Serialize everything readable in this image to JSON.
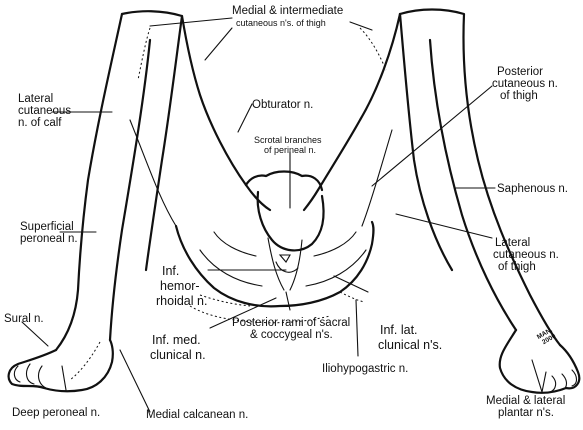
{
  "labels": {
    "medial_intermediate_l1": "Medial & intermediate",
    "medial_intermediate_l2": "cutaneous n's. of thigh",
    "lateral_cut_calf_l1": "Lateral",
    "lateral_cut_calf_l2": "cutaneous",
    "lateral_cut_calf_l3": "n. of calf",
    "obturator": "Obturator n.",
    "posterior_cut_thigh_l1": "Posterior",
    "posterior_cut_thigh_l2": "cutaneous n.",
    "posterior_cut_thigh_l3": "of thigh",
    "scrotal_l1": "Scrotal branches",
    "scrotal_l2": "of perineal n.",
    "saphenous": "Saphenous n.",
    "superficial_peroneal_l1": "Superficial",
    "superficial_peroneal_l2": "peroneal n.",
    "lateral_cut_thigh_l1": "Lateral",
    "lateral_cut_thigh_l2": "cutaneous n.",
    "lateral_cut_thigh_l3": "of thigh",
    "inf_hemorrhoidal_l1": "Inf.",
    "inf_hemorrhoidal_l2": "hemor-",
    "inf_hemorrhoidal_l3": "rhoidal n.",
    "sural": "Sural n.",
    "posterior_rami_l1": "Posterior rami of sacral",
    "posterior_rami_l2": "& coccygeal n's.",
    "inf_lat_clunical_l1": "Inf. lat.",
    "inf_lat_clunical_l2": "clunical n's.",
    "inf_med_clunical_l1": "Inf. med.",
    "inf_med_clunical_l2": "clunical n.",
    "iliohypogastric": "Iliohypogastric n.",
    "deep_peroneal": "Deep peroneal n.",
    "medial_calcanean": "Medial calcanean n.",
    "medial_lateral_plantar_l1": "Medial & lateral",
    "medial_lateral_plantar_l2": "plantar n's.",
    "signature_l1": "MAN.",
    "signature_l2": "2000"
  }
}
